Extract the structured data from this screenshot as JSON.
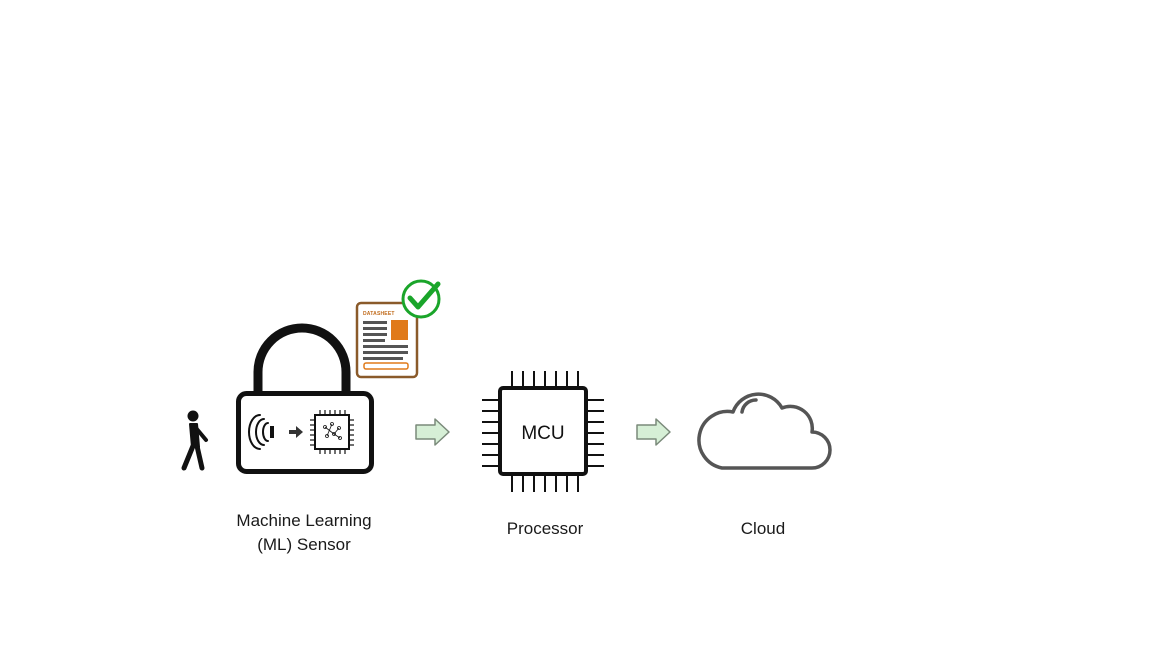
{
  "diagram": {
    "nodes": [
      {
        "id": "sensor",
        "label_line1": "Machine Learning",
        "label_line2": "(ML) Sensor"
      },
      {
        "id": "processor",
        "label": "Processor",
        "chip_text": "MCU"
      },
      {
        "id": "cloud",
        "label": "Cloud"
      }
    ],
    "datasheet_text": "DATASHEET",
    "edges": [
      {
        "from": "sensor",
        "to": "processor"
      },
      {
        "from": "processor",
        "to": "cloud"
      }
    ]
  },
  "colors": {
    "stroke": "#111111",
    "arrow_fill": "#d6efd6",
    "arrow_stroke": "#7a8a7a",
    "check_green": "#1aa52a",
    "datasheet_border": "#8a5a2a",
    "datasheet_accent": "#e07a1a",
    "cloud_stroke": "#555555"
  },
  "icons": [
    "walking-person-icon",
    "lock-icon",
    "signal-waves-icon",
    "chip-icon",
    "datasheet-icon",
    "checkmark-icon",
    "arrow-icon",
    "cloud-icon"
  ]
}
